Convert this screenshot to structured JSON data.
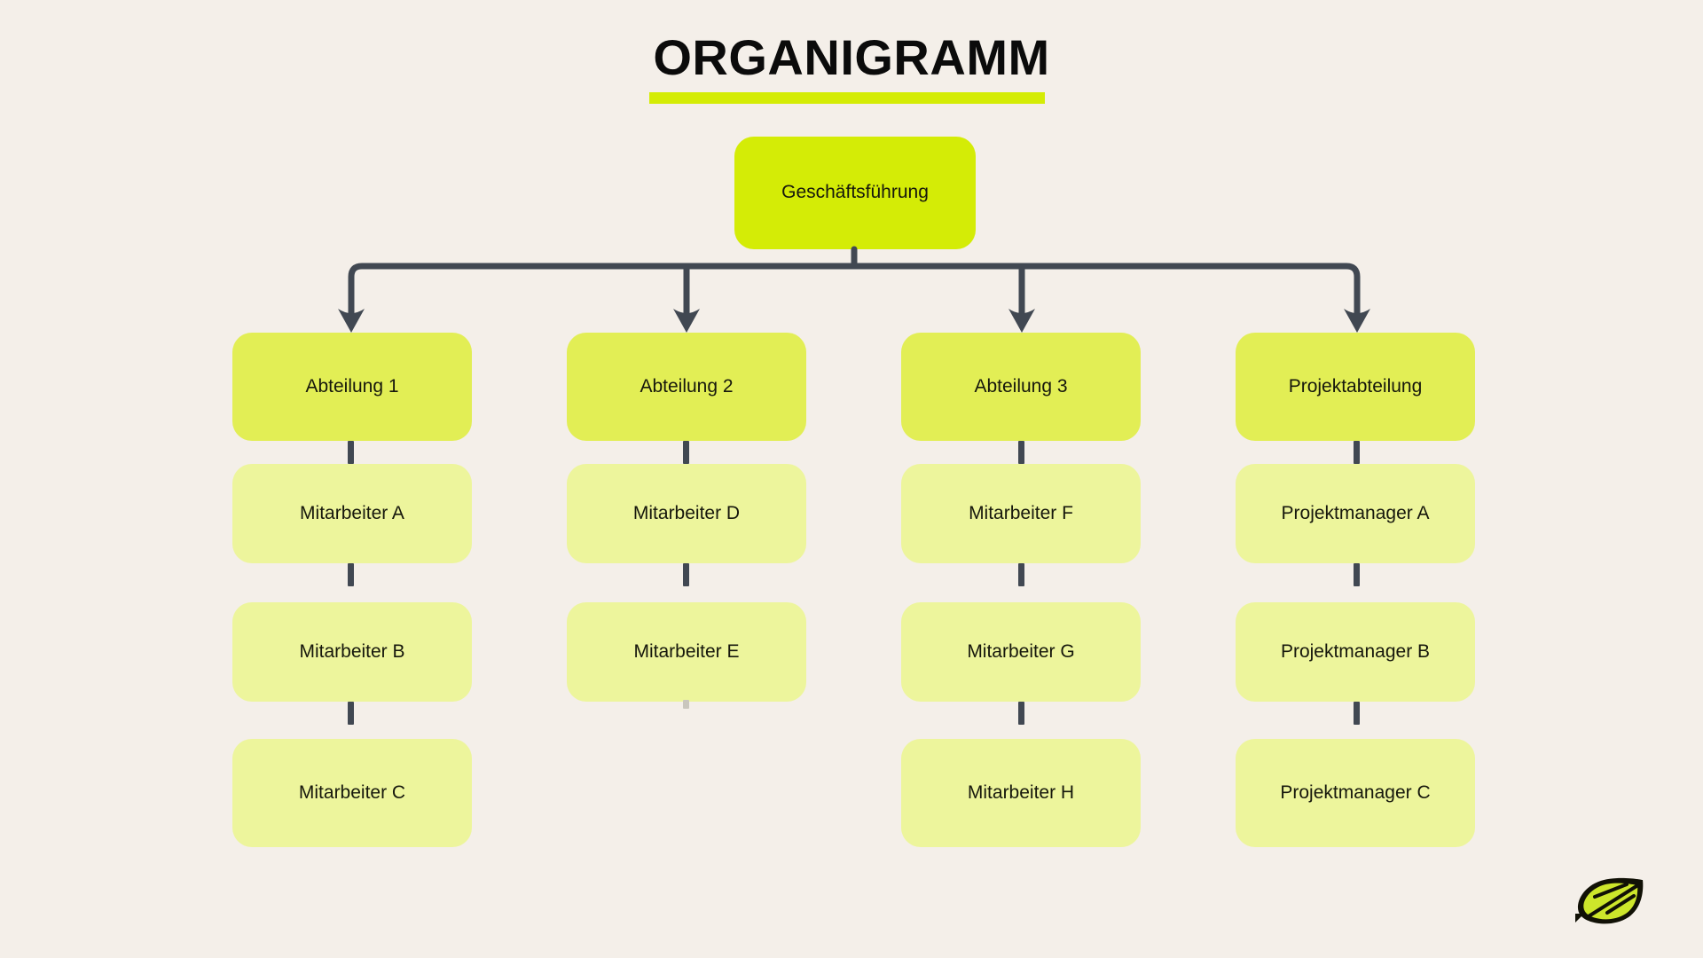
{
  "title": {
    "text": "ORGANIGRAMM",
    "underline_color": "#D4EC06"
  },
  "colors": {
    "background": "#F4EFE9",
    "root_node": "#D4EC06",
    "department_node": "#E2EE55",
    "staff_node": "#EDF59C",
    "connector": "#414852",
    "text": "#16170C",
    "title_text": "#0B0B0B",
    "logo_outline": "#111106",
    "logo_fill": "#CDE62B"
  },
  "chart_data": {
    "type": "diagram",
    "title": "ORGANIGRAMM",
    "root": {
      "label": "Geschäftsführung"
    },
    "columns": [
      {
        "department": "Abteilung 1",
        "staff": [
          "Mitarbeiter A",
          "Mitarbeiter B",
          "Mitarbeiter C"
        ]
      },
      {
        "department": "Abteilung 2",
        "staff": [
          "Mitarbeiter D",
          "Mitarbeiter E"
        ]
      },
      {
        "department": "Abteilung 3",
        "staff": [
          "Mitarbeiter F",
          "Mitarbeiter G",
          "Mitarbeiter H"
        ]
      },
      {
        "department": "Projektabteilung",
        "staff": [
          "Projektmanager A",
          "Projektmanager B",
          "Projektmanager C"
        ]
      }
    ]
  },
  "logo": {
    "name": "leaf-logo"
  }
}
